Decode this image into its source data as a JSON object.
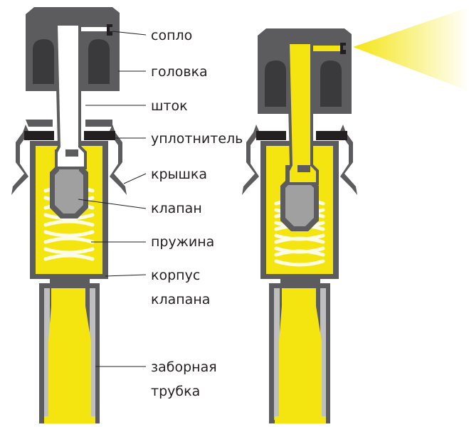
{
  "labels": {
    "nozzle": "сопло",
    "head": "головка",
    "stem": "шток",
    "seal": "уплотнитель",
    "cap": "крышка",
    "valve": "клапан",
    "spring": "пружина",
    "valve_body_line1": "корпус",
    "valve_body_line2": "клапана",
    "dip_tube_line1": "заборная",
    "dip_tube_line2": "трубка"
  },
  "colors": {
    "product": "#f4e511",
    "body_gray": "#5c5c5e",
    "inner_gray": "#c8c8c8",
    "white": "#ffffff",
    "dark": "#231f20",
    "shadow": "#3a3a3c"
  }
}
